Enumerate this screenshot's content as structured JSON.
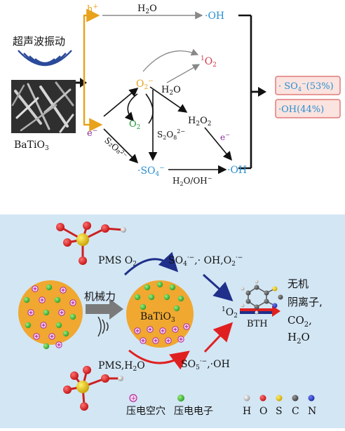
{
  "top": {
    "vibration_label": "超声波振动",
    "material_label": "BaTiO",
    "material_sub": "3",
    "hole": "h",
    "hole_sup": "+",
    "electron": "e",
    "electron_sup": "−",
    "h2o_top": "H",
    "h2o_top_sub": "2",
    "h2o_top_end": "O",
    "oh_top": "·OH",
    "o2_radical": "O",
    "o2_radical_sub": "2",
    "o2_radical_sup": "−",
    "singlet_o2_pre": "1",
    "singlet_o2": "O",
    "singlet_o2_sub": "2",
    "h2o_mid": "H",
    "h2o_mid_sub": "2",
    "h2o_mid_end": "O",
    "o2_cycle": "O",
    "o2_cycle_sub": "2",
    "h2o2": "H",
    "h2o2_sub1": "2",
    "h2o2_mid": "O",
    "h2o2_sub2": "2",
    "s2o8_right": "S",
    "s2o8_right_sub1": "2",
    "s2o8_right_mid": "O",
    "s2o8_right_sub2": "8",
    "s2o8_right_sup": "2−",
    "s2o8_diag": "S₂O₈²⁻",
    "e_small": "e",
    "e_small_sup": "−",
    "so4_rad": "·SO",
    "so4_rad_sub": "4",
    "so4_rad_sup": "−",
    "h2o_oh": "H",
    "h2o_oh_sub": "2",
    "h2o_oh_end": "O/OH",
    "h2o_oh_sup": "−",
    "oh_bottom": "·OH",
    "result1": "· SO",
    "result1_sub": "4",
    "result1_sup": "−",
    "result1_pct": "(53%)",
    "result2": "·OH(44%)"
  },
  "bottom": {
    "pms_o2": "PMS O",
    "pms_o2_sub": "2",
    "radicals_top": "SO",
    "radicals_top_sub": "4",
    "radicals_top_sup": "·−",
    "radicals_top_rest": ",· OH,O",
    "radicals_top_sub2": "2",
    "radicals_top_sup2": "·−",
    "mech_force": "机械力",
    "batio3": "BaTiO",
    "batio3_sub": "3",
    "singlet_pre": "1",
    "singlet": "O",
    "singlet_sub": "2",
    "bth": "BTH",
    "products_1": "无机",
    "products_2": "阴离子,",
    "products_3": "CO",
    "products_3_sub": "2",
    "products_3_end": ",",
    "products_4": "H",
    "products_4_sub": "2",
    "products_4_end": "O",
    "pms_h2o": "PMS,H",
    "pms_h2o_sub": "2",
    "pms_h2o_end": "O",
    "radicals_bot": "SO",
    "radicals_bot_sub": "5",
    "radicals_bot_sup": "·−",
    "radicals_bot_rest": ",·OH",
    "legend_hole": "压电空穴",
    "legend_electron": "压电电子",
    "legend_atoms": [
      "H",
      "O",
      "S",
      "C",
      "N"
    ]
  },
  "colors": {
    "hole_orange": "#e8a21c",
    "oh_blue": "#2a8fd0",
    "e_purple": "#8a2a9a",
    "o2_green": "#2a9a3a",
    "singlet_red": "#d03a4a",
    "panel_bg": "#d3e6f4",
    "particle": "#f0a830",
    "result_bg": "#fbe3df",
    "result_border": "#e07a7a"
  }
}
